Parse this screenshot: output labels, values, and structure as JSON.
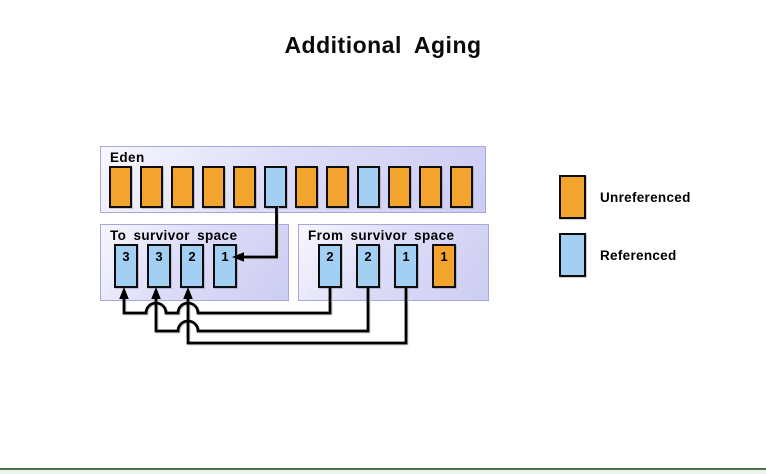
{
  "title": "Additional Aging",
  "eden": {
    "label": "Eden",
    "blocks": [
      {
        "type": "unreferenced"
      },
      {
        "type": "unreferenced"
      },
      {
        "type": "unreferenced"
      },
      {
        "type": "unreferenced"
      },
      {
        "type": "unreferenced"
      },
      {
        "type": "referenced"
      },
      {
        "type": "unreferenced"
      },
      {
        "type": "unreferenced"
      },
      {
        "type": "referenced"
      },
      {
        "type": "unreferenced"
      },
      {
        "type": "unreferenced"
      },
      {
        "type": "unreferenced"
      }
    ]
  },
  "to_survivor": {
    "label": "To survivor space",
    "blocks": [
      {
        "label": "3",
        "type": "referenced"
      },
      {
        "label": "3",
        "type": "referenced"
      },
      {
        "label": "2",
        "type": "referenced"
      },
      {
        "label": "1",
        "type": "referenced"
      }
    ]
  },
  "from_survivor": {
    "label": "From survivor space",
    "blocks": [
      {
        "label": "2",
        "type": "referenced"
      },
      {
        "label": "2",
        "type": "referenced"
      },
      {
        "label": "1",
        "type": "referenced"
      },
      {
        "label": "1",
        "type": "unreferenced"
      }
    ]
  },
  "legend": {
    "items": [
      {
        "label": "Unreferenced",
        "type": "unreferenced"
      },
      {
        "label": "Referenced",
        "type": "referenced"
      }
    ]
  },
  "arrows": [
    {
      "from": "eden.block-6-referenced",
      "to": "to_survivor.block-4-age-1"
    },
    {
      "from": "from_survivor.block-1-age-2",
      "to": "to_survivor.block-1-age-3"
    },
    {
      "from": "from_survivor.block-2-age-2",
      "to": "to_survivor.block-2-age-3"
    },
    {
      "from": "from_survivor.block-3-age-1",
      "to": "to_survivor.block-3-age-2"
    }
  ],
  "colors": {
    "unreferenced": "#f2a42e",
    "referenced": "#a2cff2",
    "panel": "#d3d3f5",
    "footer_line": "#47714f"
  }
}
